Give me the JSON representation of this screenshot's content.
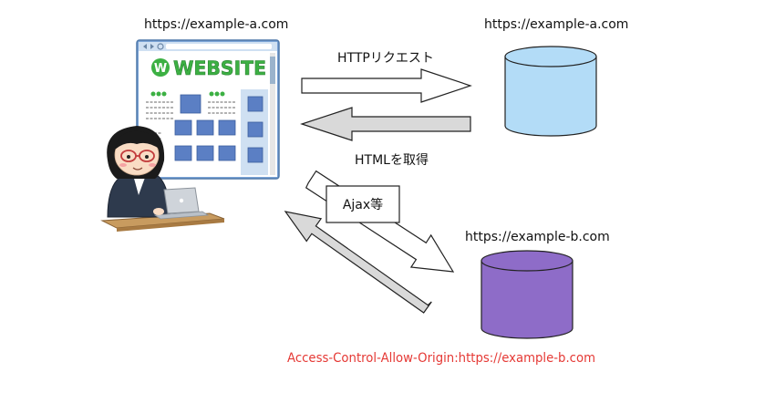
{
  "labels": {
    "client_origin": "https://example-a.com",
    "server_a": "https://example-a.com",
    "server_b": "https://example-b.com",
    "http_request": "HTTPリクエスト",
    "get_html": "HTMLを取得",
    "ajax": "Ajax等",
    "cors_header": "Access-Control-Allow-Origin:https://example-b.com"
  },
  "website_illustration": {
    "logo_letter": "W",
    "title": "WEBSITE"
  },
  "colors": {
    "server_a_fill": "#b3dcf7",
    "server_b_fill": "#8e6cc8",
    "arrow_gray": "#d9d9d9",
    "browser_frame": "#7aa3d6",
    "website_green": "#3cb043",
    "cors_text": "#e53935"
  }
}
